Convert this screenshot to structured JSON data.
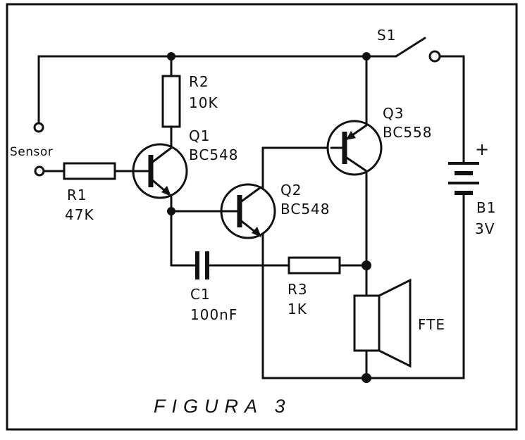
{
  "figure": {
    "caption": "FIGURA 3"
  },
  "components": {
    "r1": {
      "ref": "R1",
      "value": "47K"
    },
    "r2": {
      "ref": "R2",
      "value": "10K"
    },
    "r3": {
      "ref": "R3",
      "value": "1K"
    },
    "c1": {
      "ref": "C1",
      "value": "100nF"
    },
    "q1": {
      "ref": "Q1",
      "part": "BC548"
    },
    "q2": {
      "ref": "Q2",
      "part": "BC548"
    },
    "q3": {
      "ref": "Q3",
      "part": "BC558"
    },
    "s1": {
      "ref": "S1"
    },
    "b1": {
      "ref": "B1",
      "value": "3V",
      "polarity": "+"
    },
    "speaker": {
      "ref": "FTE"
    },
    "sensor": {
      "label": "Sensor"
    }
  }
}
